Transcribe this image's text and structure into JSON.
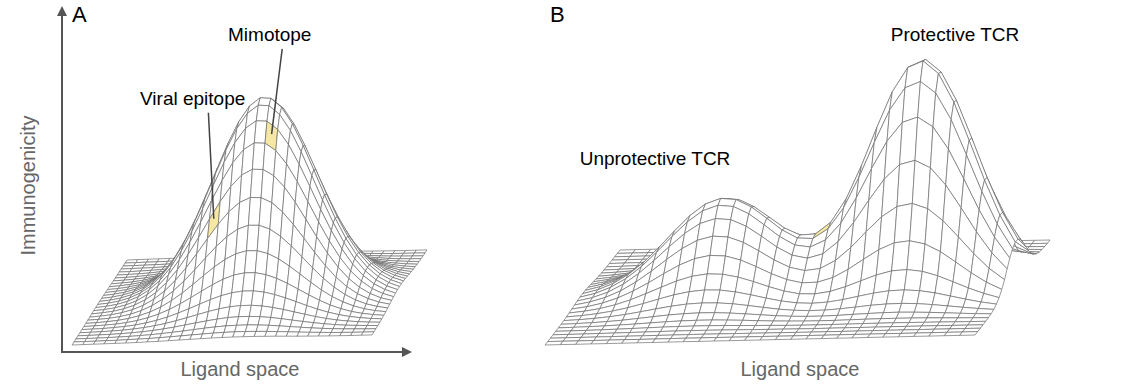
{
  "diagram": {
    "labels": [
      "A",
      "Mimotope",
      "Viral epitope",
      "Immunogenicity",
      "Ligand space",
      "B",
      "Unprotective TCR",
      "Protective TCR",
      "Ligand space"
    ]
  }
}
